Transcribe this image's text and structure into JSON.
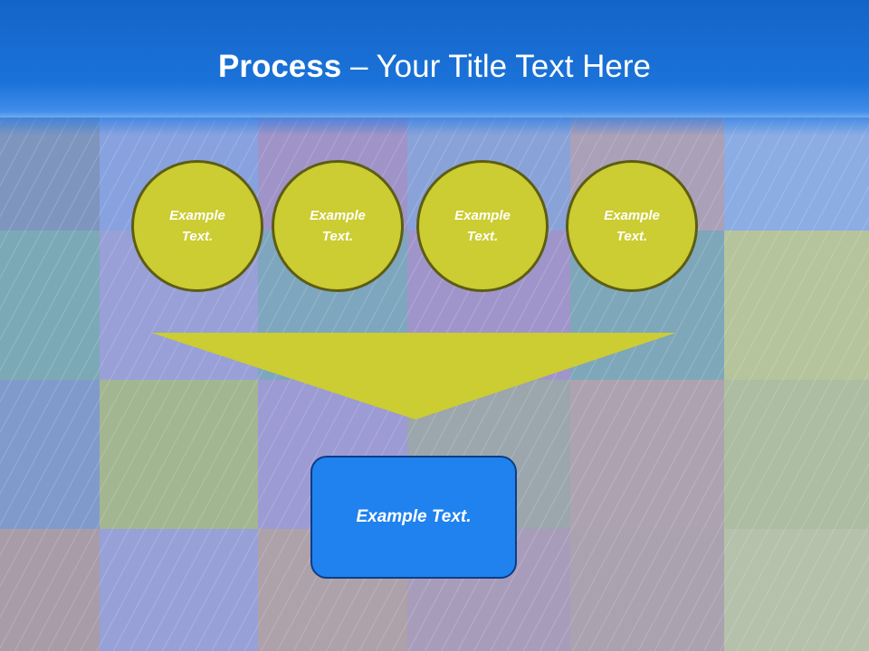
{
  "slide": {
    "title_bold": "Process",
    "title_rest": " – Your Title Text Here",
    "steps": [
      {
        "line1": "Example",
        "line2": "Text."
      },
      {
        "line1": "Example",
        "line2": "Text."
      },
      {
        "line1": "Example",
        "line2": "Text."
      },
      {
        "line1": "Example",
        "line2": "Text."
      }
    ],
    "result": "Example Text."
  },
  "colors": {
    "title_band": "#1464c8",
    "circle_fill": "#cccc33",
    "circle_border": "#5d5d14",
    "funnel": "#cccc33",
    "result_box": "#1f82ee"
  },
  "icons": {
    "background": "woven-texture-background",
    "funnel": "funnel-arrow"
  }
}
